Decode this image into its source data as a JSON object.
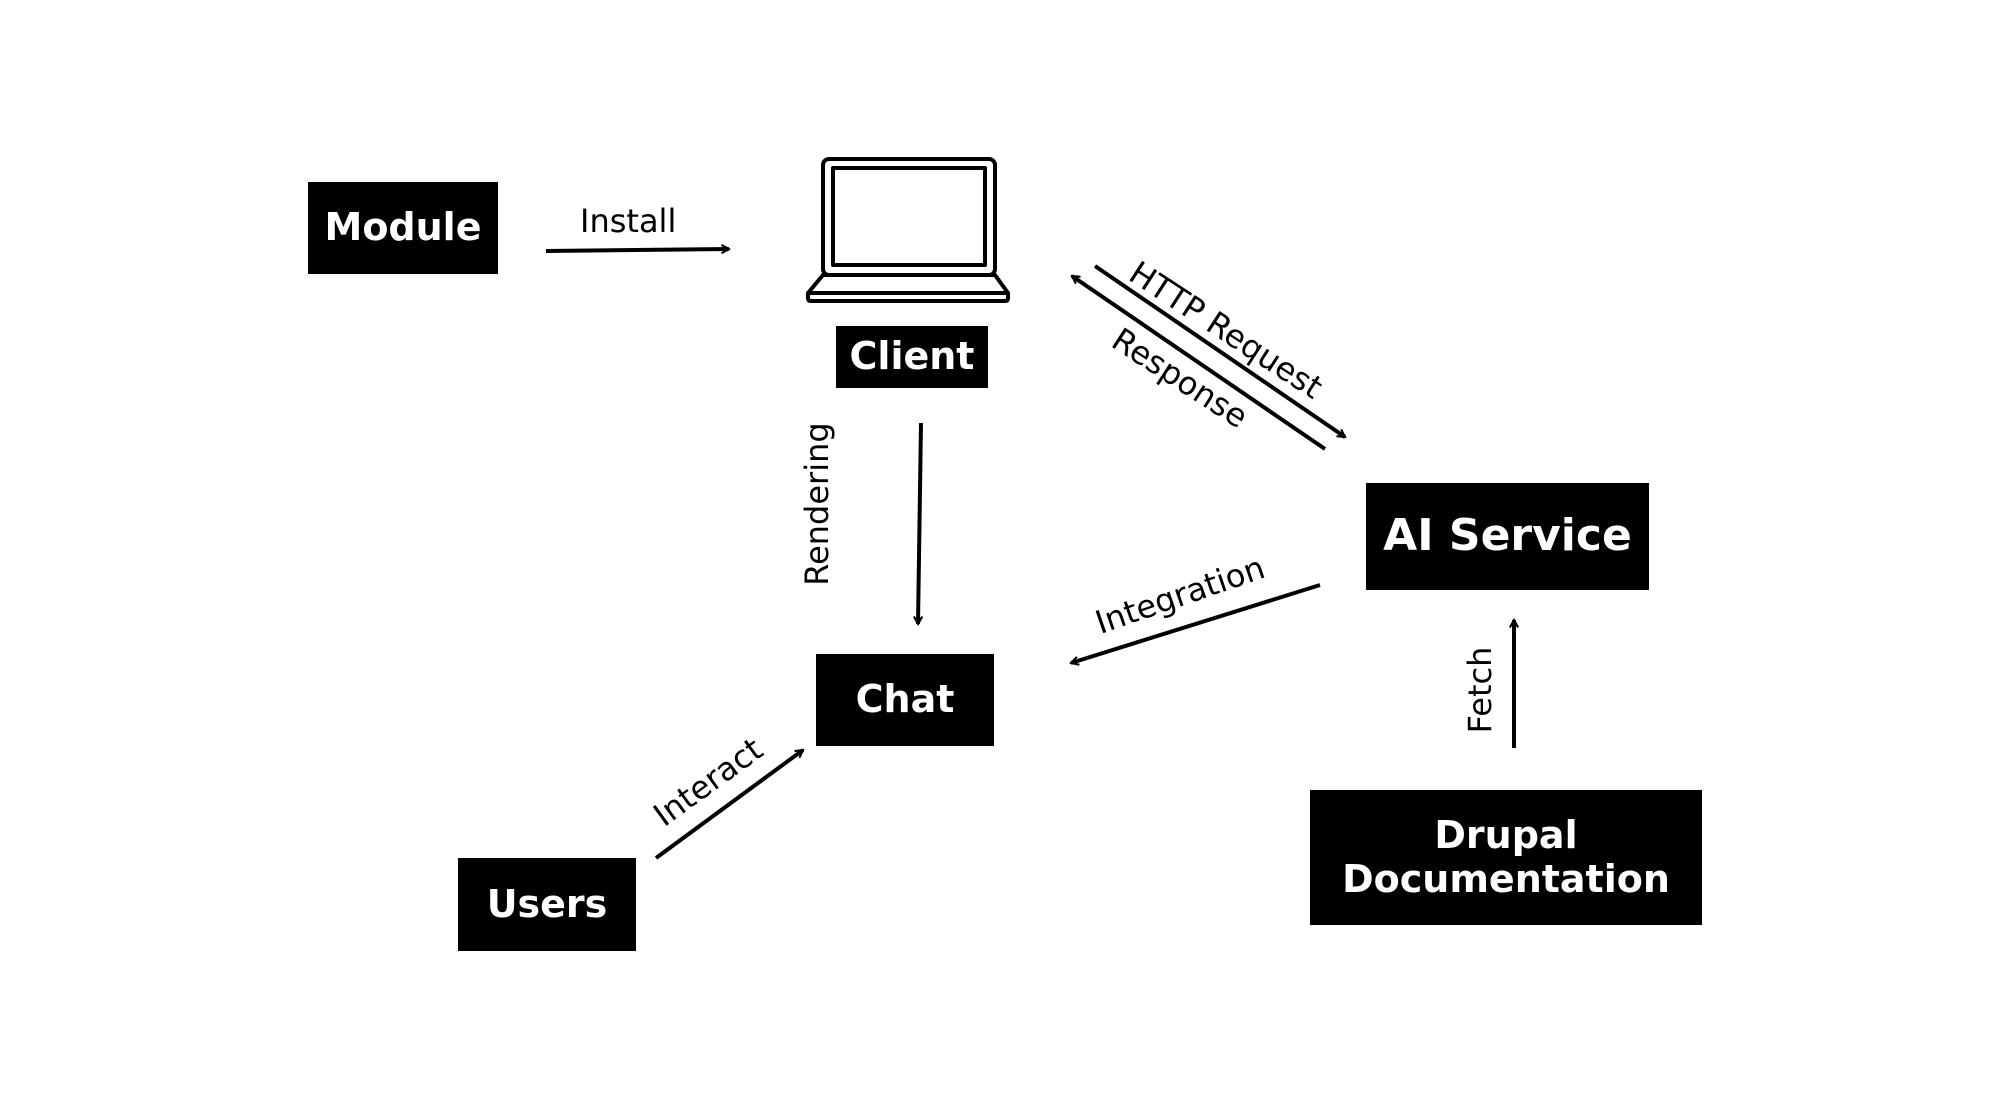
{
  "diagram": {
    "nodes": {
      "module": "Module",
      "client": "Client",
      "chat": "Chat",
      "users": "Users",
      "ai_service": "AI Service",
      "drupal_line1": "Drupal",
      "drupal_line2": "Documentation"
    },
    "edges": {
      "install": "Install",
      "rendering": "Rendering",
      "http_request": "HTTP Request",
      "response": "Response",
      "integration": "Integration",
      "interact": "Interact",
      "fetch": "Fetch"
    },
    "icons": {
      "client_device": "laptop-icon"
    },
    "colors": {
      "node_fill": "#000000",
      "node_text": "#ffffff",
      "line": "#000000",
      "background": "#ffffff"
    }
  }
}
